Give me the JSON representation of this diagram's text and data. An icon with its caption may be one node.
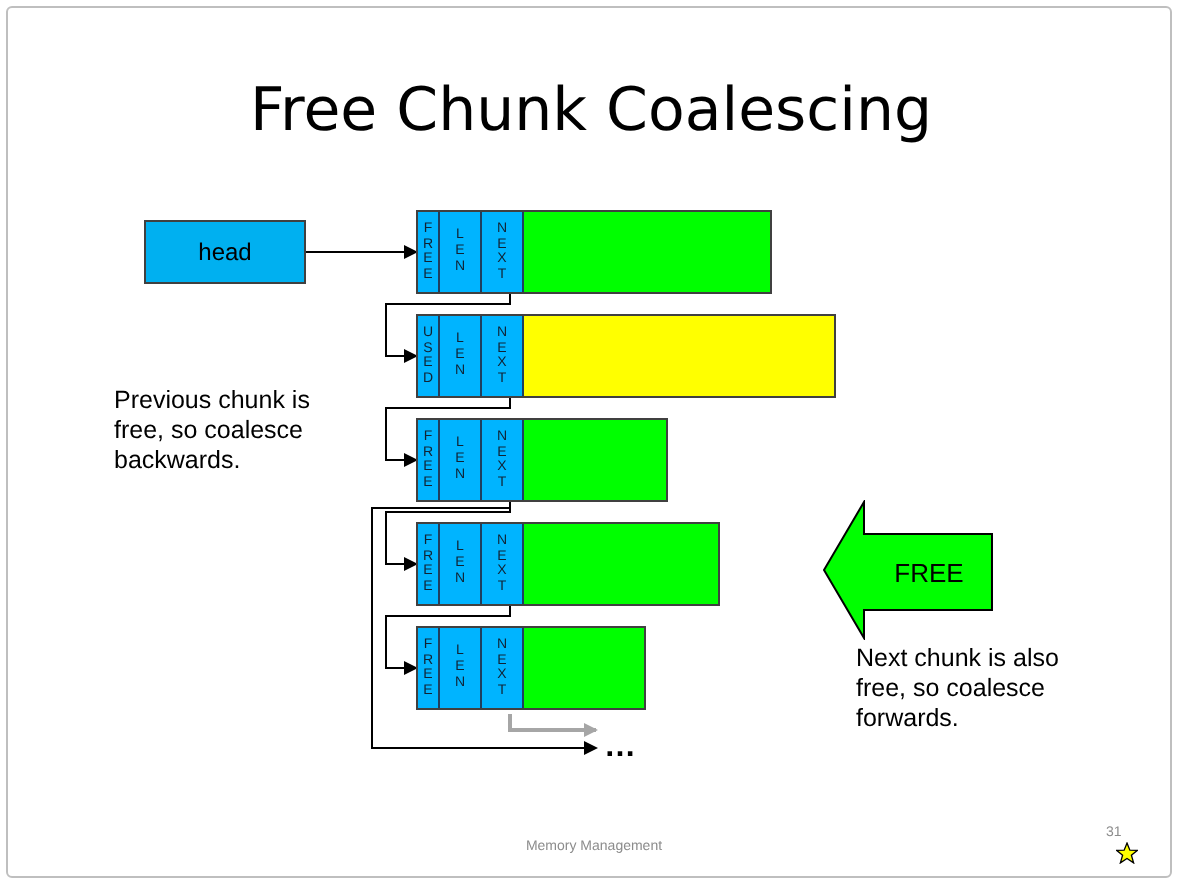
{
  "diagram": {
    "title": "Free Chunk Coalescing",
    "nodes": [
      {
        "text": [
          "head"
        ]
      },
      {
        "text": [
          "FREE",
          "LEN",
          "NEXT"
        ]
      },
      {
        "text": [
          "USED",
          "LEN",
          "NEXT"
        ]
      },
      {
        "text": [
          "FREE",
          "LEN",
          "NEXT"
        ]
      },
      {
        "text": [
          "FREE",
          "LEN",
          "NEXT"
        ]
      },
      {
        "text": [
          "FREE",
          "LEN",
          "NEXT"
        ]
      },
      {
        "text": [
          "…"
        ]
      },
      {
        "text": [
          "FREE"
        ],
        "beside": [
          "Next chunk is also free, so coalesce forwards."
        ]
      }
    ],
    "edges": [
      {
        "from": 0,
        "to": 1,
        "arrow": "to"
      },
      {
        "from": 1,
        "to": 2,
        "arrow": "to"
      },
      {
        "from": 2,
        "to": 3,
        "arrow": "to"
      },
      {
        "from": 3,
        "to": 4,
        "arrow": "to"
      },
      {
        "from": 4,
        "to": 5,
        "arrow": "to"
      },
      {
        "from": 5,
        "to": 6,
        "arrow": "to",
        "color": "#a6a6a6"
      },
      {
        "from": 3,
        "to": 6,
        "arrow": "to"
      }
    ],
    "labels": [
      "Previous chunk is free, so coalesce backwards.",
      "Memory Management",
      "31"
    ]
  }
}
